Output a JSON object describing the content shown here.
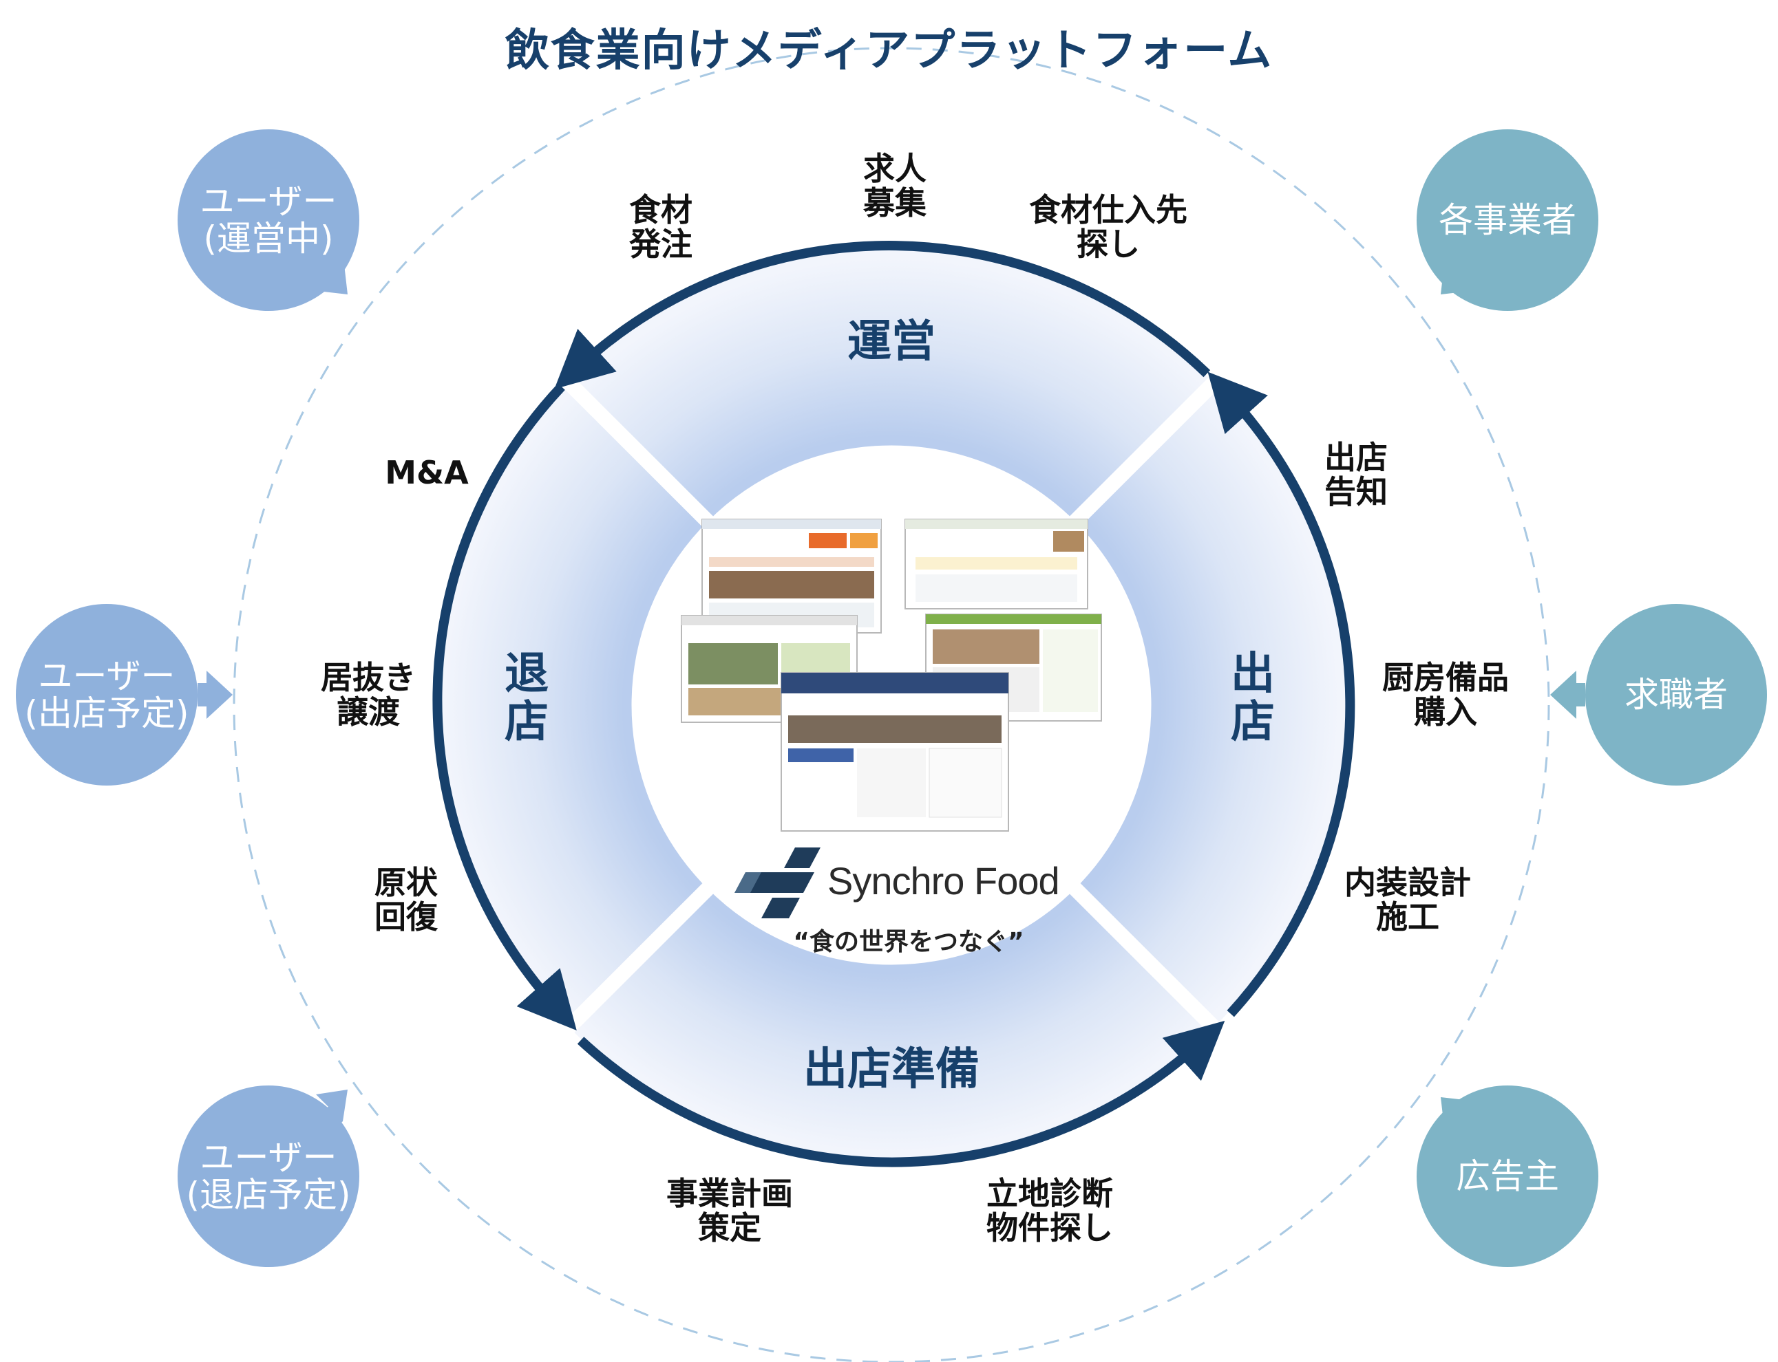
{
  "title": "飲食業向けメディアプラットフォーム",
  "colors": {
    "navy": "#17406b",
    "ring_light": "#e8eefa",
    "ring_mid": "#c6d6f1",
    "user_circle": "#8fb1dc",
    "business_circle": "#7eb4c6",
    "dashed": "#a9c9e3"
  },
  "cycle": {
    "operation": [
      "運営"
    ],
    "opening": [
      "出",
      "店"
    ],
    "preparation": [
      "出店準備"
    ],
    "closing": [
      "退",
      "店"
    ]
  },
  "services": {
    "recruit": [
      "求人",
      "募集"
    ],
    "ingredient_order": [
      "食材",
      "発注"
    ],
    "supplier_search": [
      "食材仕入先",
      "探し"
    ],
    "announcement": [
      "出店",
      "告知"
    ],
    "kitchen_equipment": [
      "厨房備品",
      "購入"
    ],
    "interior": [
      "内装設計",
      "施工"
    ],
    "site_survey": [
      "立地診断",
      "物件探し"
    ],
    "business_plan": [
      "事業計画",
      "策定"
    ],
    "restoration": [
      "原状",
      "回復"
    ],
    "transfer": [
      "居抜き",
      "譲渡"
    ],
    "mna": [
      "M&A"
    ]
  },
  "actors": {
    "user_operating": [
      "ユーザー",
      "(運営中)"
    ],
    "user_planning_open": [
      "ユーザー",
      "(出店予定)"
    ],
    "user_planning_close": [
      "ユーザー",
      "(退店予定)"
    ],
    "businesses": [
      "各事業者"
    ],
    "job_seekers": [
      "求職者"
    ],
    "advertisers": [
      "広告主"
    ]
  },
  "center": {
    "logo_icon": "synchro-food-logo-icon",
    "logo_text": "Synchro Food",
    "tagline": "“食の世界をつなぐ”"
  }
}
